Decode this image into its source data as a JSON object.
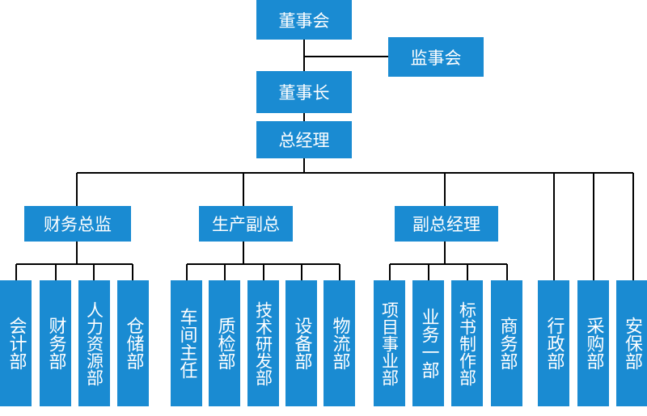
{
  "org": {
    "board": "董事会",
    "supervisors": "监事会",
    "chairman": "董事长",
    "general_manager": "总经理",
    "finance_director": "财务总监",
    "production_vp": "生产副总",
    "deputy_gm": "副总经理",
    "departments": {
      "accounting": "会计部",
      "finance": "财务部",
      "hr": "人力资源部",
      "warehouse": "仓储部",
      "workshop": "车间主任",
      "quality": "质检部",
      "rnd": "技术研发部",
      "equipment": "设备部",
      "logistics": "物流部",
      "projects": "项目事业部",
      "business1": "业务一部",
      "bidding": "标书制作部",
      "commerce": "商务部",
      "admin": "行政部",
      "purchasing": "采购部",
      "security": "安保部"
    }
  },
  "colors": {
    "box": "#1a8bd2",
    "line": "#000000",
    "text": "#ffffff"
  }
}
